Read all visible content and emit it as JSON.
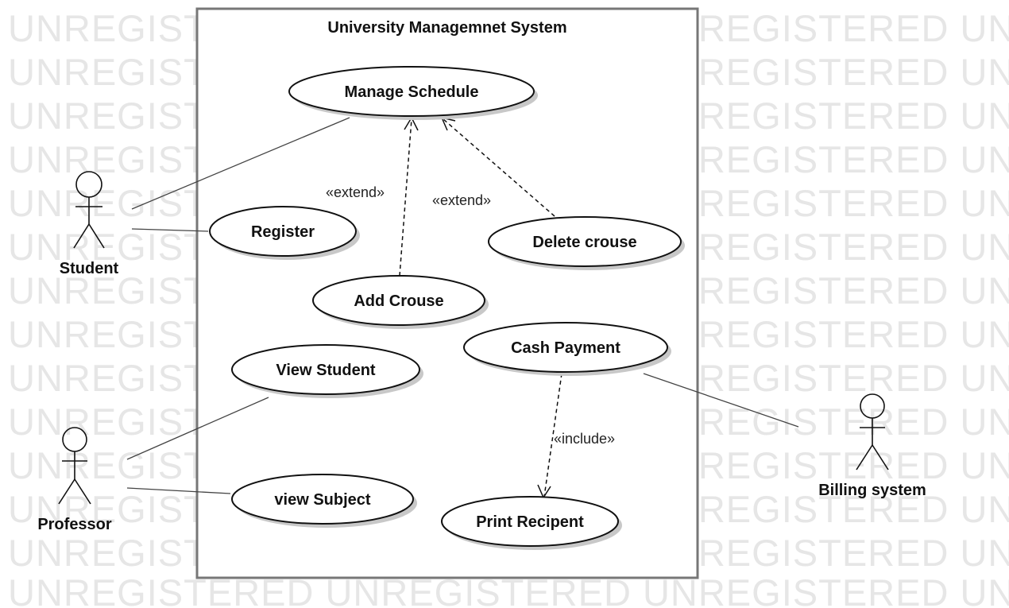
{
  "watermark": {
    "text": "UNREGISTERED UNREGISTERED UNREGISTERED UNREGISTERED UNREGISTERED",
    "color": "#e6e6e6"
  },
  "system": {
    "title": "University Managemnet System"
  },
  "actors": {
    "student": "Student",
    "professor": "Professor",
    "billing": "Billing system"
  },
  "use_cases": {
    "manage_schedule": "Manage Schedule",
    "register": "Register",
    "delete_course": "Delete crouse",
    "add_course": "Add Crouse",
    "cash_payment": "Cash Payment",
    "view_student": "View Student",
    "view_subject": "view Subject",
    "print_receipt": "Print Recipent"
  },
  "stereotypes": {
    "extend_left": "«extend»",
    "extend_right": "«extend»",
    "include": "«include»"
  }
}
